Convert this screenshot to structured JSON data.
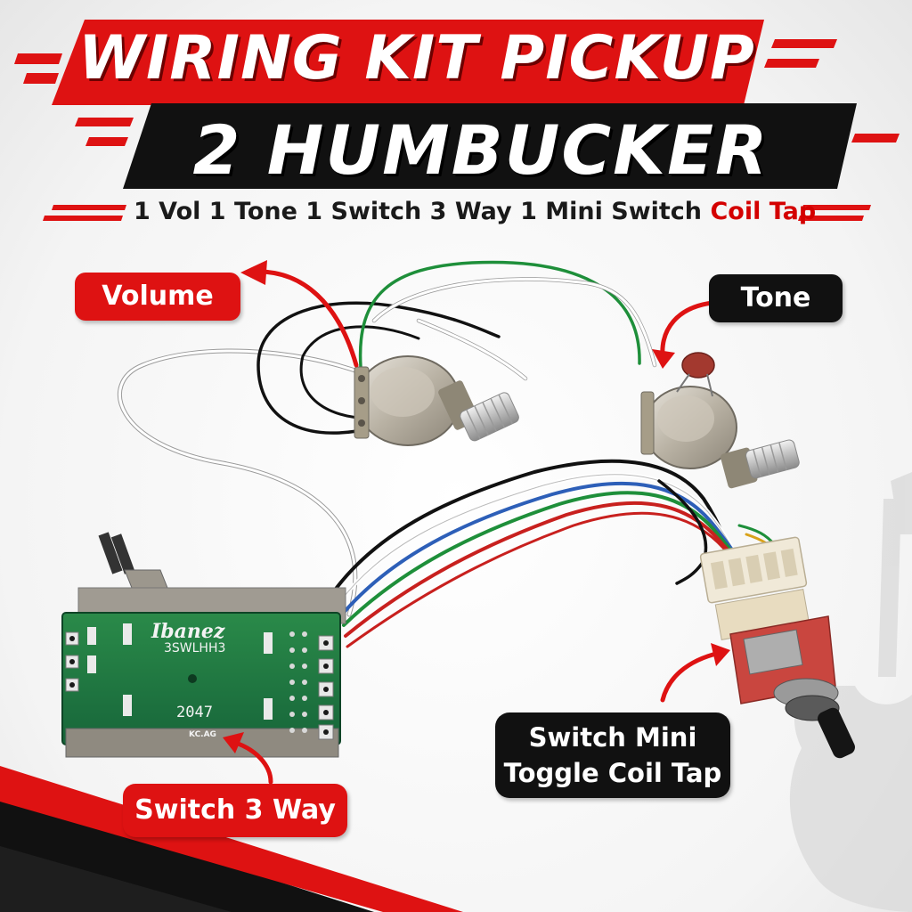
{
  "header": {
    "title_line1": "WIRING KIT PICKUP",
    "title_line2": "2 HUMBUCKER",
    "subtitle": "1 Vol 1 Tone 1 Switch 3 Way 1 Mini Switch",
    "subtitle_highlight": "Coil Tap"
  },
  "labels": {
    "volume": "Volume",
    "tone": "Tone",
    "switch_3way": "Switch 3 Way",
    "mini_switch_line1": "Switch Mini",
    "mini_switch_line2": "Toggle Coil Tap"
  },
  "pcb": {
    "brand": "Ibanez",
    "model": "3SWLHH3",
    "serial": "2047",
    "code": "KC.AG"
  },
  "colors": {
    "accent_red": "#de1212",
    "banner_black": "#111111",
    "pcb_green": "#1f7a3e",
    "wire_green": "#1e8f3a",
    "wire_blue": "#2d5fb8",
    "wire_red": "#c8201e",
    "wire_white": "#ffffff",
    "wire_black": "#111111"
  },
  "icons": {
    "label_arrow": "curved-arrow-icon",
    "background_guitar": "electric-guitar-icon"
  }
}
